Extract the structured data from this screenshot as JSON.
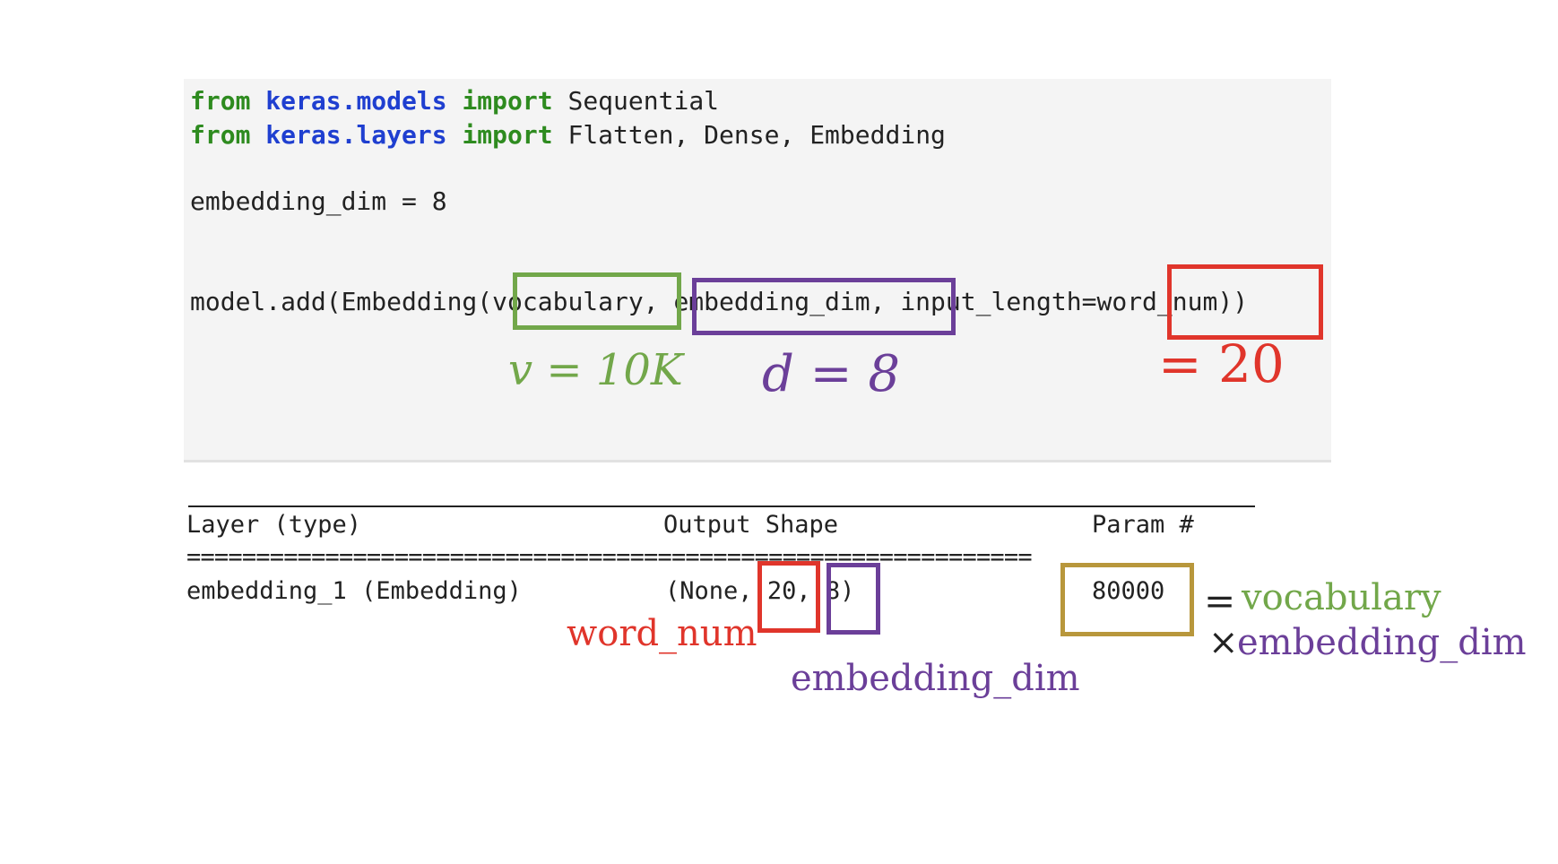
{
  "code": {
    "line1": {
      "kw_from": "from",
      "module": "keras.models",
      "kw_import": "import",
      "names": "Sequential"
    },
    "line2": {
      "kw_from": "from",
      "module": "keras.layers",
      "kw_import": "import",
      "names": "Flatten, Dense, Embedding"
    },
    "line3": "embedding_dim = 8",
    "line4": {
      "prefix": "model.add(Embedding(",
      "arg_vocab": "vocabulary",
      "sep1": ",",
      "arg_dim": " embedding_dim,",
      "arg_input": " input_length=",
      "arg_word": "word_num)",
      "suffix": ")"
    }
  },
  "annotations": {
    "v": "v = 10K",
    "d": "d = 8",
    "word_num_eq": "= 20",
    "out_word_num": "word_num",
    "out_embedding_dim": "embedding_dim",
    "param_eq": "=",
    "param_vocab": "vocabulary",
    "param_times": "×",
    "param_embedding_dim": "embedding_dim"
  },
  "summary": {
    "headers": {
      "layer": "Layer (type)",
      "output": "Output Shape",
      "param": "Param #"
    },
    "separator": "=============================================================",
    "row": {
      "layer": "embedding_1 (Embedding)",
      "output_open": "(None,",
      "dim1": "20",
      "comma": ",",
      "dim2": "8)",
      "param": "80000"
    }
  },
  "colors": {
    "green": "#72a74a",
    "purple": "#6b3f99",
    "red": "#e0352b",
    "gold": "#b8973c",
    "keyword": "#2e8b1f",
    "module": "#1f3fd0"
  }
}
